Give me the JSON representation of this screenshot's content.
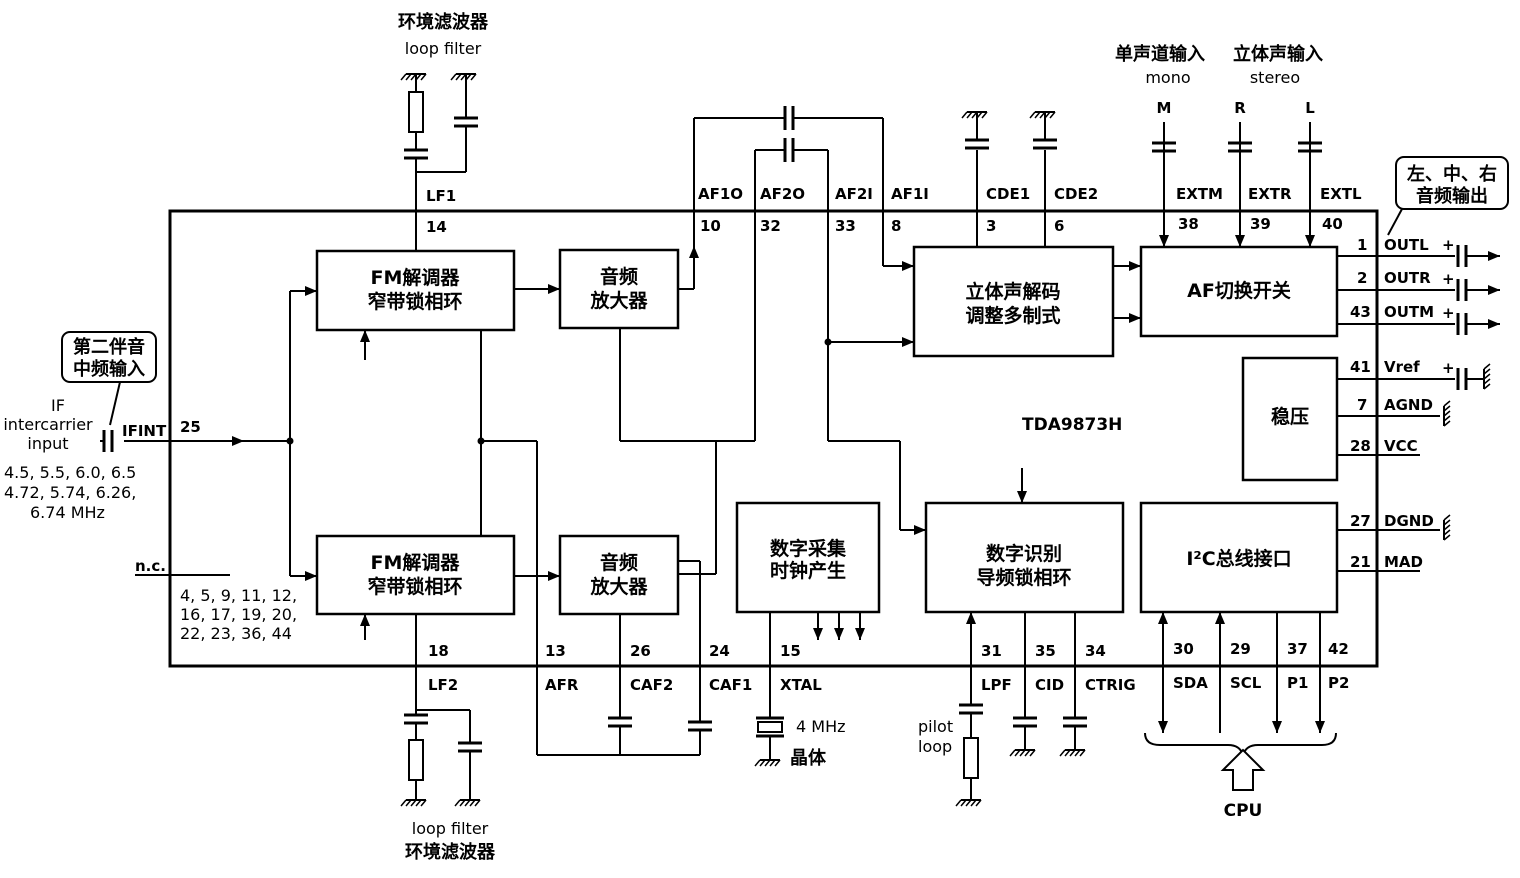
{
  "chip": {
    "name": "TDA9873H"
  },
  "blocks": {
    "fm1": [
      "FM解调器",
      "窄带锁相环"
    ],
    "fm2": [
      "FM解调器",
      "窄带锁相环"
    ],
    "amp1": [
      "音频",
      "放大器"
    ],
    "amp2": [
      "音频",
      "放大器"
    ],
    "stereo": [
      "立体声解码",
      "调整多制式"
    ],
    "afsw": [
      "AF切换开关"
    ],
    "reg": [
      "稳压"
    ],
    "clk": [
      "数字采集",
      "时钟产生"
    ],
    "ident": [
      "数字识别",
      "导频锁相环"
    ],
    "i2c": [
      "I²C总线接口"
    ]
  },
  "top_filter": {
    "cn": "环境滤波器",
    "en": "loop filter"
  },
  "bottom_filter": {
    "cn": "环境滤波器",
    "en": "loop filter"
  },
  "inputs": {
    "mono_cn": "单声道输入",
    "mono_en": "mono",
    "stereo_cn": "立体声输入",
    "stereo_en": "stereo",
    "M": "M",
    "R": "R",
    "L": "L"
  },
  "callouts": {
    "sif": [
      "第二伴音",
      "中频输入"
    ],
    "out": [
      "左、中、右",
      "音频输出"
    ]
  },
  "if_input": {
    "lines": [
      "IF",
      "intercarrier",
      "input"
    ],
    "freqs": [
      "4.5, 5.5, 6.0, 6.5",
      "4.72, 5.74, 6.26,",
      "6.74 MHz"
    ]
  },
  "nc": {
    "label": "n.c.",
    "pins": [
      "4, 5, 9, 11, 12,",
      "16, 17, 19, 20,",
      "22, 23, 36, 44"
    ]
  },
  "xtal": {
    "freq": "4 MHz",
    "cn": "晶体"
  },
  "pilot": [
    "pilot",
    "loop"
  ],
  "cpu": "CPU",
  "plus": "+",
  "pins": {
    "lf1": {
      "name": "LF1",
      "num": "14"
    },
    "af1o": {
      "name": "AF1O",
      "num": "10"
    },
    "af2o": {
      "name": "AF2O",
      "num": "32"
    },
    "af2i": {
      "name": "AF2I",
      "num": "33"
    },
    "af1i": {
      "name": "AF1I",
      "num": "8"
    },
    "cde1": {
      "name": "CDE1",
      "num": "3"
    },
    "cde2": {
      "name": "CDE2",
      "num": "6"
    },
    "extm": {
      "name": "EXTM",
      "num": "38"
    },
    "extr": {
      "name": "EXTR",
      "num": "39"
    },
    "extl": {
      "name": "EXTL",
      "num": "40"
    },
    "outl": {
      "name": "OUTL",
      "num": "1"
    },
    "outr": {
      "name": "OUTR",
      "num": "2"
    },
    "outm": {
      "name": "OUTM",
      "num": "43"
    },
    "vref": {
      "name": "Vref",
      "num": "41"
    },
    "agnd": {
      "name": "AGND",
      "num": "7"
    },
    "vcc": {
      "name": "VCC",
      "num": "28"
    },
    "dgnd": {
      "name": "DGND",
      "num": "27"
    },
    "mad": {
      "name": "MAD",
      "num": "21"
    },
    "ifint": {
      "name": "IFINT",
      "num": "25"
    },
    "lf2": {
      "name": "LF2",
      "num": "18"
    },
    "afr": {
      "name": "AFR",
      "num": "13"
    },
    "caf2": {
      "name": "CAF2",
      "num": "26"
    },
    "caf1": {
      "name": "CAF1",
      "num": "24"
    },
    "xtalp": {
      "name": "XTAL",
      "num": "15"
    },
    "lpf": {
      "name": "LPF",
      "num": "31"
    },
    "cid": {
      "name": "CID",
      "num": "35"
    },
    "ctrig": {
      "name": "CTRIG",
      "num": "34"
    },
    "sda": {
      "name": "SDA",
      "num": "30"
    },
    "scl": {
      "name": "SCL",
      "num": "29"
    },
    "p1": {
      "name": "P1",
      "num": "37"
    },
    "p2": {
      "name": "P2",
      "num": "42"
    }
  }
}
